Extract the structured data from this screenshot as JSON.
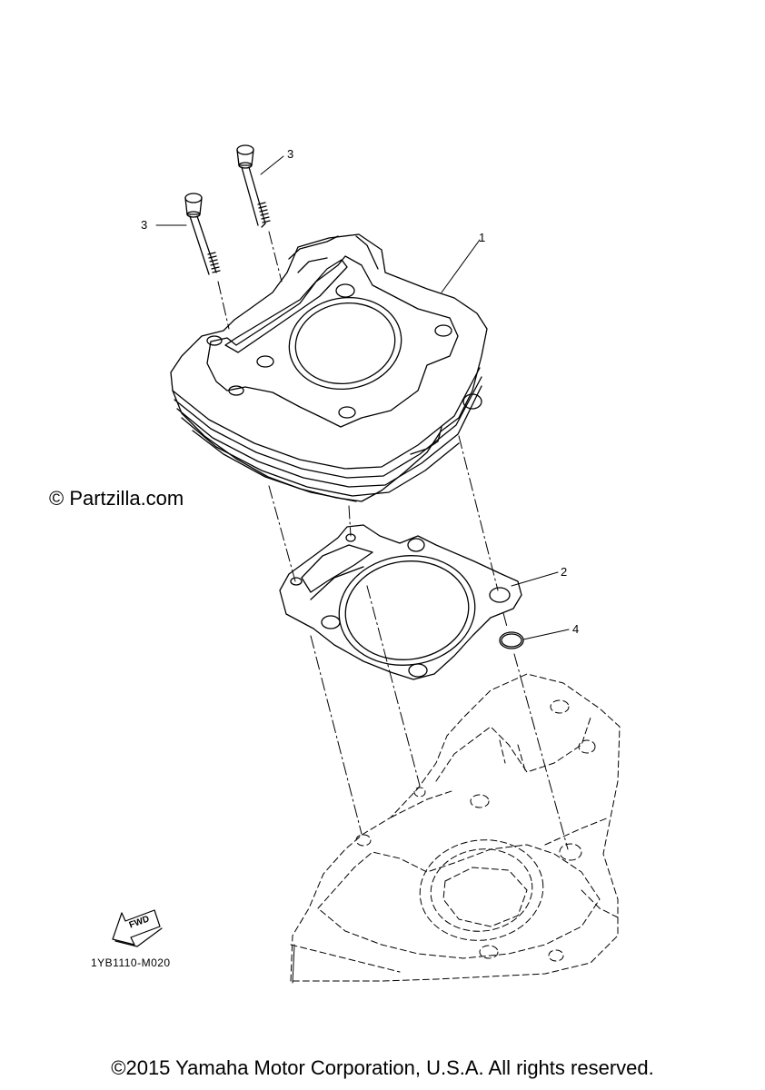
{
  "callouts": [
    {
      "id": "cylinder",
      "label": "1"
    },
    {
      "id": "gasket",
      "label": "2"
    },
    {
      "id": "bolt-right",
      "label": "3"
    },
    {
      "id": "bolt-left",
      "label": "3"
    },
    {
      "id": "o-ring",
      "label": "4"
    }
  ],
  "watermark": "© Partzilla.com",
  "fwd_label": "FWD",
  "diagram_code": "1YB1110-M020",
  "copyright": "©2015 Yamaha Motor Corporation, U.S.A. All rights reserved.",
  "colors": {
    "line": "#000000",
    "background": "#ffffff"
  }
}
